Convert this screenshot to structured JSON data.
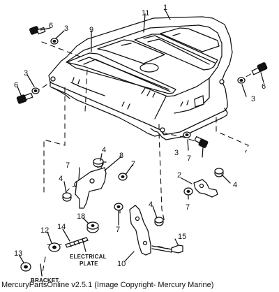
{
  "callouts": {
    "c1": "1",
    "c2": "2",
    "c3a": "3",
    "c3b": "3",
    "c3c": "3",
    "c3d": "3",
    "c4a": "4",
    "c4b": "4",
    "c4c": "4",
    "c4d": "4",
    "c6a": "6",
    "c6b": "6",
    "c6c": "6",
    "c7a": "7",
    "c7b": "7",
    "c7c": "7",
    "c7d": "7",
    "c8": "8",
    "c9": "9",
    "c10": "10",
    "c11": "11",
    "c12": "12",
    "c13": "13",
    "c14": "14",
    "c15": "15",
    "c18": "18"
  },
  "labels": {
    "electrical_plate_line1": "ELECTRICAL",
    "electrical_plate_line2": "PLATE",
    "bracket": "BRACKET"
  },
  "caption": "MercuryPartsOnline v2.5.1 (Image Copyright- Mercury Marine)"
}
